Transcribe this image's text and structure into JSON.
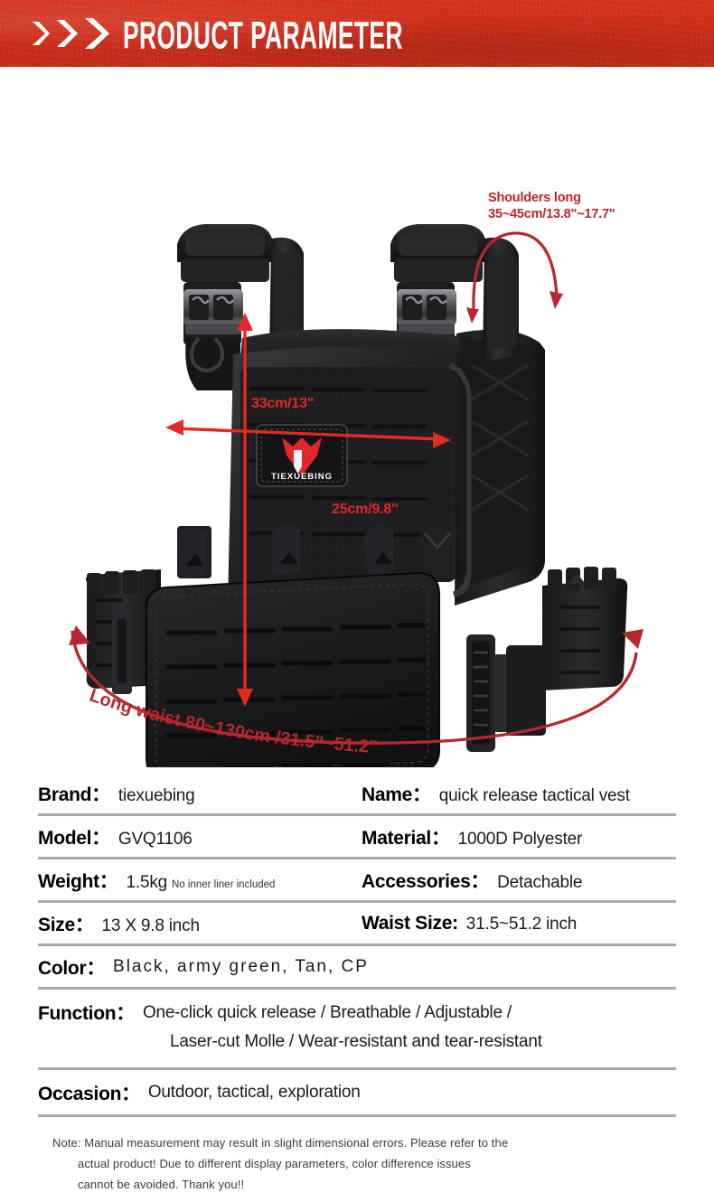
{
  "banner": {
    "title": "PRODUCT PARAMETER",
    "chevron_icon": "chevron-right-icon",
    "background_color": "#cf2c18",
    "text_color": "#ffffff"
  },
  "product_image": {
    "alt": "Black quick release tactical vest, front three-quarter view",
    "logo_patch_text": "TIEXUEBING",
    "annotation_color": "#c1272d",
    "annotations": {
      "shoulders_title": "Shoulders long",
      "shoulders_value": "35~45cm/13.8\"~17.7\"",
      "height_value": "33cm/13\"",
      "width_value": "25cm/9.8\"",
      "waist_label": "Long waist",
      "waist_value": "80~130cm /31.5\"~51.2\""
    }
  },
  "spec": {
    "rows": [
      {
        "left_key": "Brand：",
        "left_value": "tiexuebing",
        "right_key": "Name：",
        "right_value": "quick release tactical vest"
      },
      {
        "left_key": "Model：",
        "left_value": "GVQ1106",
        "right_key": "Material：",
        "right_value": "1000D Polyester"
      },
      {
        "left_key": "Weight：",
        "left_value": "1.5kg",
        "left_sub": "No inner liner included",
        "right_key": "Accessories：",
        "right_value": "Detachable"
      },
      {
        "left_key": "Size：",
        "left_value": "13 X 9.8 inch",
        "right_key": "Waist Size:",
        "right_value": "31.5~51.2 inch"
      }
    ],
    "color_key": "Color：",
    "color_value": "Black, army green, Tan, CP",
    "function_key": "Function：",
    "function_line1": "One-click quick release / Breathable / Adjustable /",
    "function_line2": "Laser-cut Molle / Wear-resistant and tear-resistant",
    "occasion_key": "Occasion：",
    "occasion_value": "Outdoor, tactical, exploration"
  },
  "note": {
    "line1": "Note: Manual measurement may result in slight dimensional errors. Please refer to the",
    "line2": "actual product! Due to different display parameters, color difference issues",
    "line3": "cannot be avoided. Thank you!!"
  }
}
